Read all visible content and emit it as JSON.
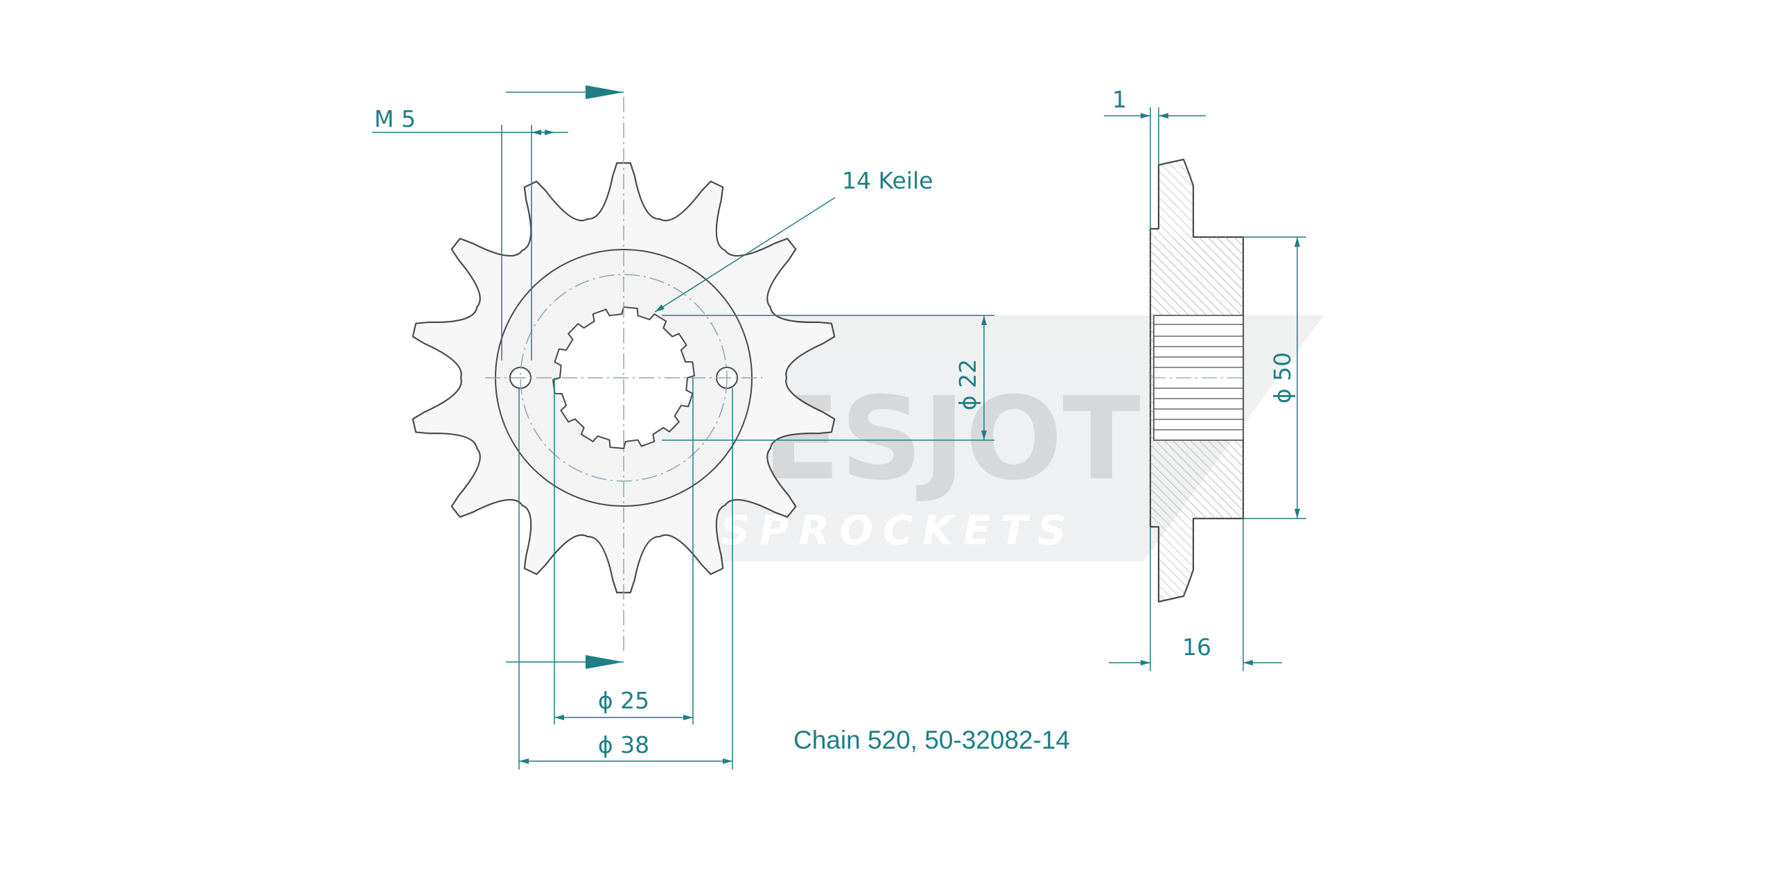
{
  "labels": {
    "thread": "M 5",
    "splines": "14 Keile",
    "dia_bore": "ϕ 22",
    "dia_hub": "ϕ 25",
    "dia_bolt_circle": "ϕ 38",
    "dia_hub_side": "ϕ 50",
    "offset": "1",
    "width": "16"
  },
  "caption": "Chain 520, 50-32082-14",
  "watermark": {
    "brand": "ESJOT",
    "sub": "SPROCKETS"
  },
  "colors": {
    "dimension": "#1f7f86",
    "outline": "#4a4a4a",
    "centerline": "#8aa9b5",
    "fill": "#f5f5f5"
  }
}
